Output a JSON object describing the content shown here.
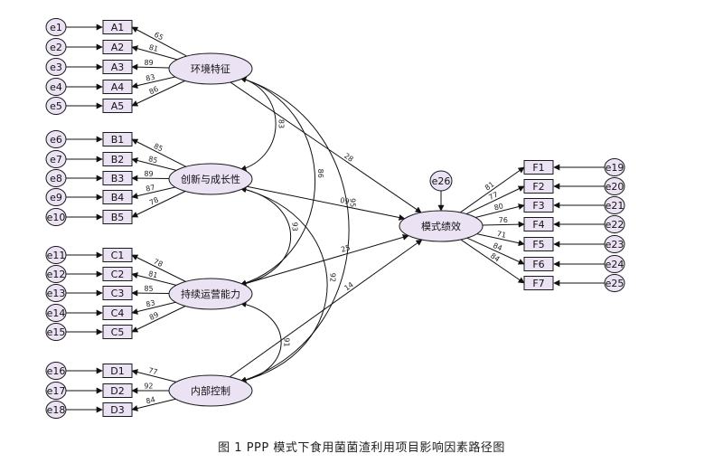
{
  "colors": {
    "node_fill": "#ebe3f4",
    "node_stroke": "#1a1a1a",
    "edge": "#111111"
  },
  "caption": "图 1 PPP 模式下食用菌菌渣利用项目影响因素路径图",
  "factors": [
    {
      "id": "L1",
      "label": "环境特征"
    },
    {
      "id": "L2",
      "label": "创新与成长性"
    },
    {
      "id": "L3",
      "label": "持续运营能力"
    },
    {
      "id": "L4",
      "label": "内部控制"
    },
    {
      "id": "L5",
      "label": "模式绩效"
    }
  ],
  "indicators": [
    {
      "id": "A1",
      "factor": "L1",
      "error": "e1",
      "loading": "65"
    },
    {
      "id": "A2",
      "factor": "L1",
      "error": "e2",
      "loading": "81"
    },
    {
      "id": "A3",
      "factor": "L1",
      "error": "e3",
      "loading": "89"
    },
    {
      "id": "A4",
      "factor": "L1",
      "error": "e4",
      "loading": "83"
    },
    {
      "id": "A5",
      "factor": "L1",
      "error": "e5",
      "loading": "86"
    },
    {
      "id": "B1",
      "factor": "L2",
      "error": "e6",
      "loading": "85"
    },
    {
      "id": "B2",
      "factor": "L2",
      "error": "e7",
      "loading": "85"
    },
    {
      "id": "B3",
      "factor": "L2",
      "error": "e8",
      "loading": "89"
    },
    {
      "id": "B4",
      "factor": "L2",
      "error": "e9",
      "loading": "87"
    },
    {
      "id": "B5",
      "factor": "L2",
      "error": "e10",
      "loading": "78"
    },
    {
      "id": "C1",
      "factor": "L3",
      "error": "e11",
      "loading": "78"
    },
    {
      "id": "C2",
      "factor": "L3",
      "error": "e12",
      "loading": "81"
    },
    {
      "id": "C3",
      "factor": "L3",
      "error": "e13",
      "loading": "85"
    },
    {
      "id": "C4",
      "factor": "L3",
      "error": "e14",
      "loading": "83"
    },
    {
      "id": "C5",
      "factor": "L3",
      "error": "e15",
      "loading": "89"
    },
    {
      "id": "D1",
      "factor": "L4",
      "error": "e16",
      "loading": "77"
    },
    {
      "id": "D2",
      "factor": "L4",
      "error": "e17",
      "loading": "92"
    },
    {
      "id": "D3",
      "factor": "L4",
      "error": "e18",
      "loading": "84"
    },
    {
      "id": "F1",
      "factor": "L5",
      "error": "e19",
      "loading": "81"
    },
    {
      "id": "F2",
      "factor": "L5",
      "error": "e20",
      "loading": "77"
    },
    {
      "id": "F3",
      "factor": "L5",
      "error": "e21",
      "loading": "80"
    },
    {
      "id": "F4",
      "factor": "L5",
      "error": "e22",
      "loading": "76"
    },
    {
      "id": "F5",
      "factor": "L5",
      "error": "e23",
      "loading": "71"
    },
    {
      "id": "F6",
      "factor": "L5",
      "error": "e24",
      "loading": "84"
    },
    {
      "id": "F7",
      "factor": "L5",
      "error": "e25",
      "loading": "84"
    }
  ],
  "structural_error": {
    "id": "e26",
    "target": "L5"
  },
  "paths": [
    {
      "from": "L1",
      "to": "L5",
      "label": "28"
    },
    {
      "from": "L2",
      "to": "L5",
      "label": "09"
    },
    {
      "from": "L3",
      "to": "L5",
      "label": "25"
    },
    {
      "from": "L4",
      "to": "L5",
      "label": "14"
    }
  ],
  "covariances": [
    {
      "a": "L1",
      "b": "L2",
      "label": "83"
    },
    {
      "a": "L1",
      "b": "L3",
      "label": "86"
    },
    {
      "a": "L1",
      "b": "L4",
      "label": "95"
    },
    {
      "a": "L2",
      "b": "L3",
      "label": "93"
    },
    {
      "a": "L2",
      "b": "L4",
      "label": "92"
    },
    {
      "a": "L3",
      "b": "L4",
      "label": "91"
    }
  ]
}
